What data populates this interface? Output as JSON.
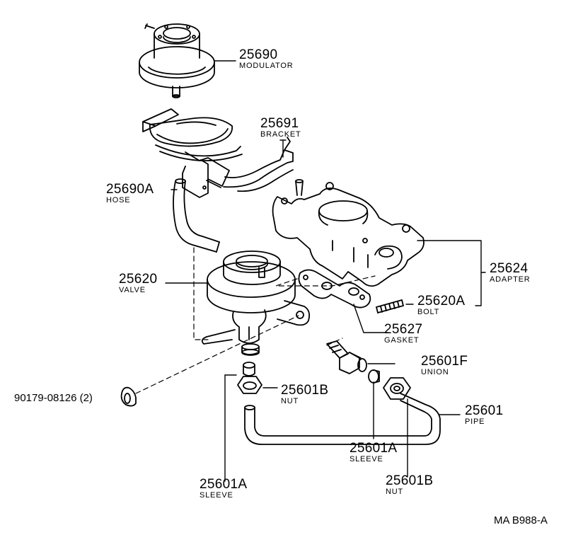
{
  "parts": {
    "modulator": {
      "number": "25690",
      "name": "MODULATOR"
    },
    "bracket": {
      "number": "25691",
      "name": "BRACKET"
    },
    "hose": {
      "number": "25690A",
      "name": "HOSE"
    },
    "valve": {
      "number": "25620",
      "name": "VALVE"
    },
    "adapter": {
      "number": "25624",
      "name": "ADAPTER"
    },
    "bolt": {
      "number": "25620A",
      "name": "BOLT"
    },
    "gasket": {
      "number": "25627",
      "name": "GASKET"
    },
    "union": {
      "number": "25601F",
      "name": "UNION"
    },
    "nut_left": {
      "number": "25601B",
      "name": "NUT"
    },
    "pipe": {
      "number": "25601",
      "name": "PIPE"
    },
    "sleeve_right": {
      "number": "25601A",
      "name": "SLEEVE"
    },
    "sleeve_bottom": {
      "number": "25601A",
      "name": "SLEEVE"
    },
    "nut_bottom": {
      "number": "25601B",
      "name": "NUT"
    },
    "cap": {
      "number": "90179-08126 (2)"
    }
  },
  "diagram_code": "MA B988-A"
}
